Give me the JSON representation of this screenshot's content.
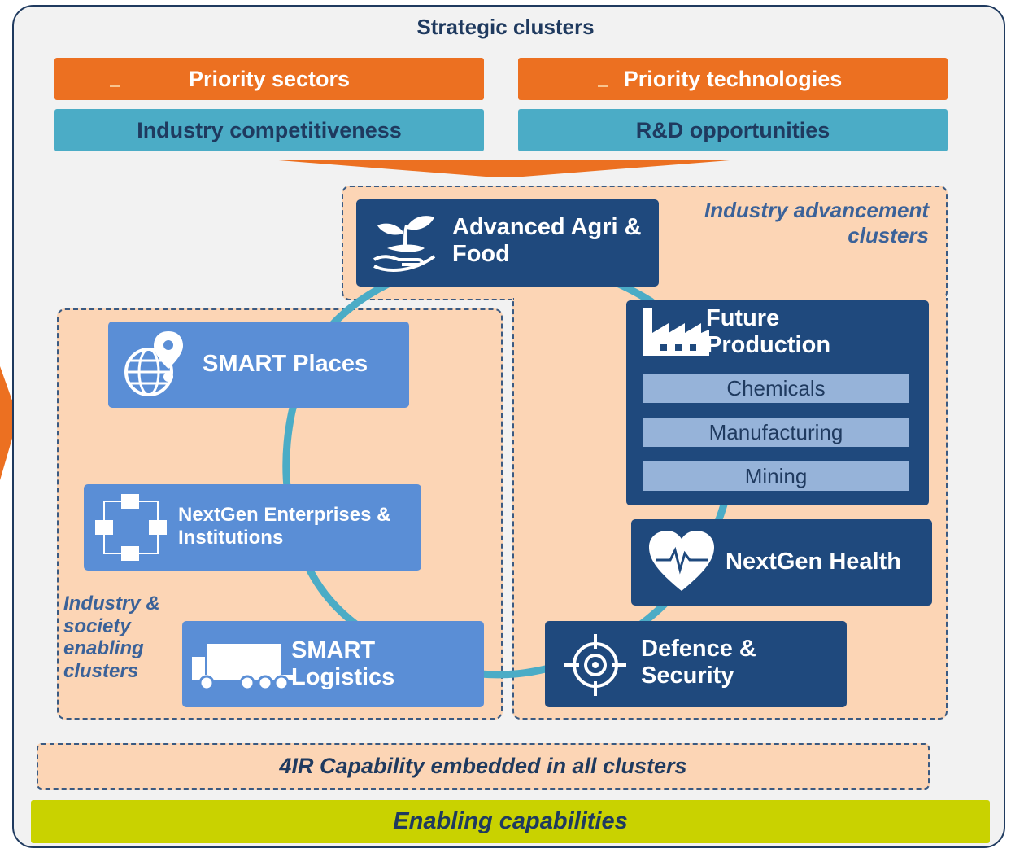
{
  "title": "Strategic clusters",
  "top_bars": {
    "priority_sectors": "Priority sectors",
    "priority_technologies": "Priority technologies",
    "industry_competitiveness": "Industry competitiveness",
    "rd_opportunities": "R&D opportunities"
  },
  "regions": {
    "industry_advancement": "Industry advancement clusters",
    "industry_society": "Industry & society enabling clusters"
  },
  "clusters": {
    "agri_food": "Advanced Agri & Food",
    "future_production": "Future Production",
    "future_production_subs": [
      "Chemicals",
      "Manufacturing",
      "Mining"
    ],
    "nextgen_health": "NextGen Health",
    "defence_security": "Defence & Security",
    "smart_places": "SMART Places",
    "nextgen_enterprises": "NextGen Enterprises & Institutions",
    "smart_logistics": "SMART Logistics"
  },
  "capability_band": "4IR Capability embedded in all clusters",
  "enabling_band": "Enabling capabilities",
  "colors": {
    "orange": "#ec7021",
    "teal": "#4bacc6",
    "dark_blue": "#1f497d",
    "light_blue": "#5a8ed6",
    "peach": "#fcd5b5",
    "lime": "#c9d200"
  }
}
